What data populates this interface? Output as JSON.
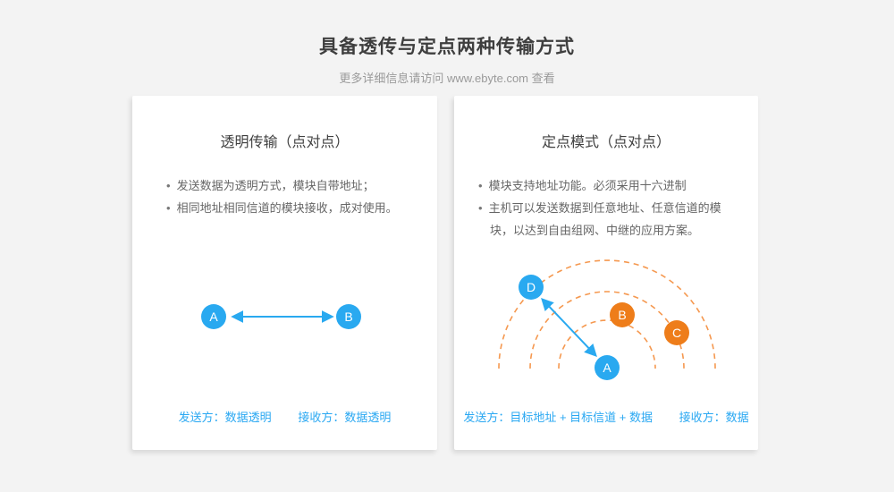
{
  "header": {
    "title": "具备透传与定点两种传输方式",
    "subtitle": "更多详细信息请访问 www.ebyte.com 查看"
  },
  "colors": {
    "blue": "#29a9f0",
    "orange": "#ee7d1a",
    "arc_orange": "#f5984f",
    "footer_text": "#2aa8f2",
    "title_text": "#3e3e3e",
    "body_text": "#666666",
    "subtitle_text": "#9a9a9a",
    "background": "#f3f3f3",
    "card_background": "#ffffff"
  },
  "transparent_card": {
    "title": "透明传输（点对点）",
    "bullets": [
      "发送数据为透明方式，模块自带地址；",
      "相同地址相同信道的模块接收，成对使用。"
    ],
    "nodes": {
      "a": "A",
      "b": "B"
    },
    "footer": {
      "sender": "发送方：数据透明",
      "receiver": "接收方：数据透明"
    }
  },
  "fixed_card": {
    "title": "定点模式（点对点）",
    "bullets": [
      "模块支持地址功能。必须采用十六进制",
      "主机可以发送数据到任意地址、任意信道的模块，以达到自由组网、中继的应用方案。"
    ],
    "nodes": {
      "a": "A",
      "b": "B",
      "c": "C",
      "d": "D"
    },
    "footer": {
      "sender": "发送方：目标地址 + 目标信道 + 数据",
      "receiver": "接收方：数据"
    }
  }
}
